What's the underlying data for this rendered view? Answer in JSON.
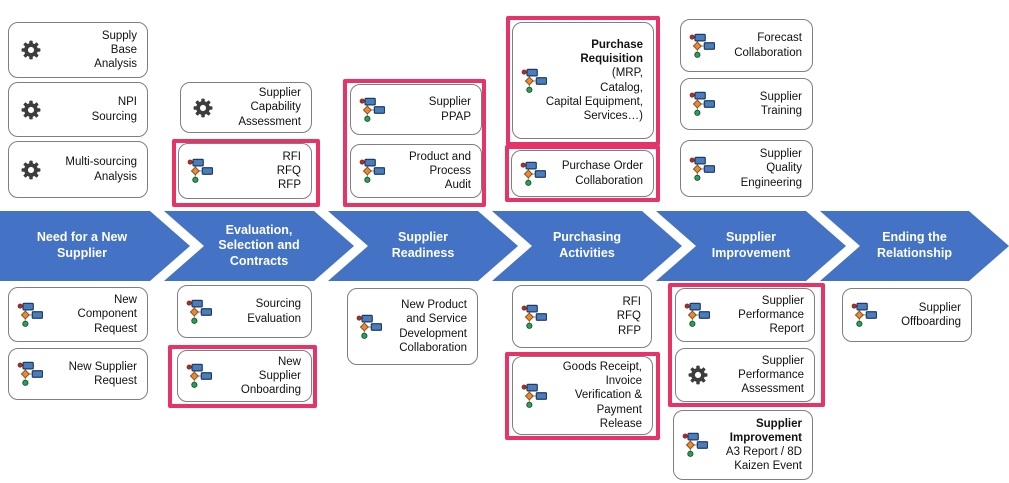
{
  "colors": {
    "chevron_fill": "#4472C4",
    "chevron_border": "#2F5597",
    "highlight": "#E83368",
    "box_border": "#7F7F7F",
    "gear_icon": "#3D3D3D"
  },
  "stages": [
    {
      "label": "Need for a New\nSupplier",
      "top": [
        {
          "label": "Supply\nBase\nAnalysis",
          "icon": "gear-icon",
          "highlighted": false
        },
        {
          "label": "NPI\nSourcing",
          "icon": "gear-icon",
          "highlighted": false
        },
        {
          "label": "Multi-sourcing\nAnalysis",
          "icon": "gear-icon",
          "highlighted": false
        }
      ],
      "bottom": [
        {
          "label": "New\nComponent\nRequest",
          "icon": "workflow-icon",
          "highlighted": false
        },
        {
          "label": "New Supplier\nRequest",
          "icon": "workflow-icon",
          "highlighted": false
        }
      ]
    },
    {
      "label": "Evaluation,\nSelection and\nContracts",
      "top": [
        {
          "label": "Supplier\nCapability\nAssessment",
          "icon": "gear-icon",
          "highlighted": false
        },
        {
          "label": "RFI\nRFQ\nRFP",
          "icon": "workflow-icon",
          "highlighted": true
        }
      ],
      "bottom": [
        {
          "label": "Sourcing\nEvaluation",
          "icon": "workflow-icon",
          "highlighted": false
        },
        {
          "label": "New\nSupplier\nOnboarding",
          "icon": "workflow-icon",
          "highlighted": true
        }
      ]
    },
    {
      "label": "Supplier\nReadiness",
      "top": [
        {
          "label": "Supplier\nPPAP",
          "icon": "workflow-icon",
          "highlighted": true
        },
        {
          "label": "Product and\nProcess\nAudit",
          "icon": "workflow-icon",
          "highlighted": true
        }
      ],
      "bottom": [
        {
          "label": "New Product\nand Service\nDevelopment\nCollaboration",
          "icon": "workflow-icon",
          "highlighted": false
        }
      ]
    },
    {
      "label": "Purchasing\nActivities",
      "top": [
        {
          "bold_label": "Purchase\nRequisition",
          "label": "(MRP,\nCatalog,\nCapital Equipment,\nServices…)",
          "icon": "workflow-icon",
          "highlighted": true
        },
        {
          "label": "Purchase Order\nCollaboration",
          "icon": "workflow-icon",
          "highlighted": true
        }
      ],
      "bottom": [
        {
          "label": "RFI\nRFQ\nRFP",
          "icon": "workflow-icon",
          "highlighted": false
        },
        {
          "label": "Goods Receipt,\nInvoice\nVerification &\nPayment\nRelease",
          "icon": "workflow-icon",
          "highlighted": true
        }
      ]
    },
    {
      "label": "Supplier\nImprovement",
      "top": [
        {
          "label": "Forecast\nCollaboration",
          "icon": "workflow-icon",
          "highlighted": false
        },
        {
          "label": "Supplier\nTraining",
          "icon": "workflow-icon",
          "highlighted": false
        },
        {
          "label": "Supplier\nQuality\nEngineering",
          "icon": "workflow-icon",
          "highlighted": false
        }
      ],
      "bottom": [
        {
          "label": "Supplier\nPerformance\nReport",
          "icon": "workflow-icon",
          "highlighted": true
        },
        {
          "label": "Supplier\nPerformance\nAssessment",
          "icon": "gear-icon",
          "highlighted": true
        },
        {
          "bold_label": "Supplier\nImprovement",
          "label": "A3 Report / 8D\nKaizen Event",
          "icon": "workflow-icon",
          "highlighted": false
        }
      ]
    },
    {
      "label": "Ending the\nRelationship",
      "top": [],
      "bottom": [
        {
          "label": "Supplier\nOffboarding",
          "icon": "workflow-icon",
          "highlighted": false
        }
      ]
    }
  ]
}
